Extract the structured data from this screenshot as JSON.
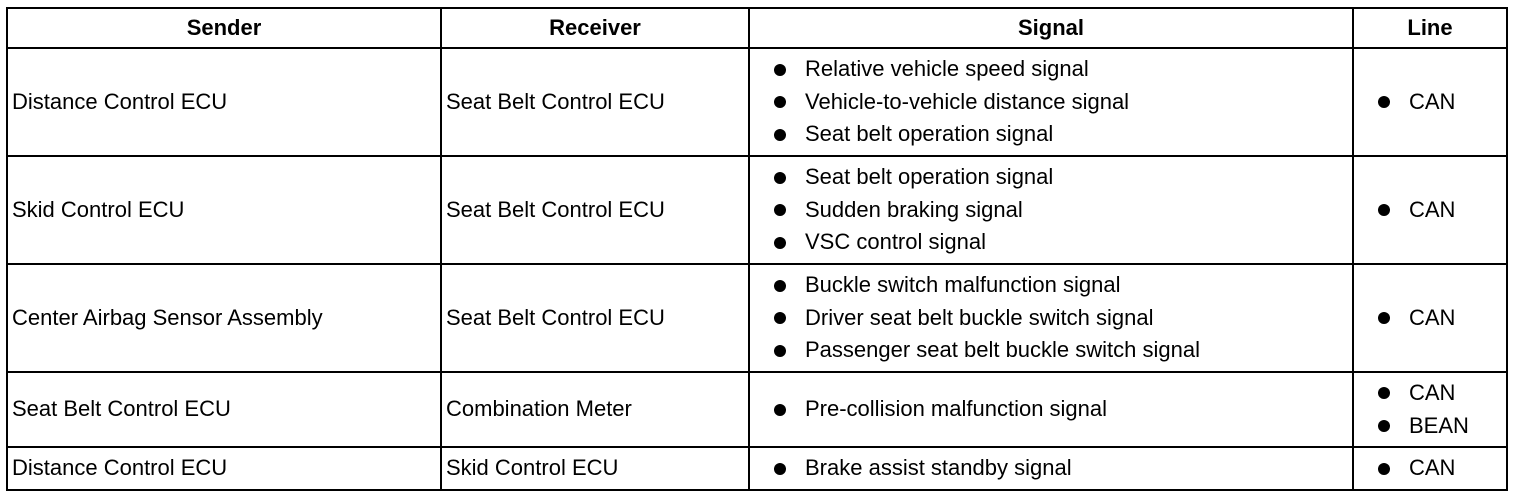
{
  "table": {
    "headers": {
      "sender": "Sender",
      "receiver": "Receiver",
      "signal": "Signal",
      "line": "Line"
    },
    "rows": [
      {
        "sender": "Distance Control ECU",
        "receiver": "Seat Belt Control ECU",
        "signals": [
          "Relative vehicle speed signal",
          "Vehicle-to-vehicle distance signal",
          "Seat belt operation signal"
        ],
        "lines": [
          "CAN"
        ]
      },
      {
        "sender": "Skid Control ECU",
        "receiver": "Seat Belt Control ECU",
        "signals": [
          "Seat belt operation signal",
          "Sudden braking signal",
          "VSC control signal"
        ],
        "lines": [
          "CAN"
        ]
      },
      {
        "sender": "Center Airbag Sensor Assembly",
        "receiver": "Seat Belt Control ECU",
        "signals": [
          "Buckle switch malfunction signal",
          "Driver seat belt buckle switch signal",
          "Passenger seat belt buckle switch signal"
        ],
        "lines": [
          "CAN"
        ]
      },
      {
        "sender": "Seat Belt Control ECU",
        "receiver": "Combination Meter",
        "signals": [
          "Pre-collision malfunction signal"
        ],
        "lines": [
          "CAN",
          "BEAN"
        ]
      },
      {
        "sender": "Distance Control ECU",
        "receiver": "Skid Control ECU",
        "signals": [
          "Brake assist standby signal"
        ],
        "lines": [
          "CAN"
        ]
      }
    ]
  }
}
